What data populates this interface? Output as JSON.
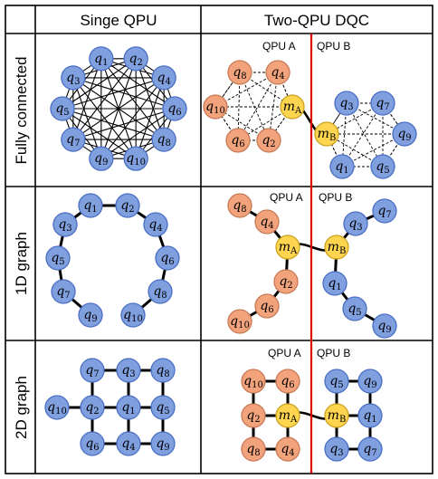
{
  "headers": {
    "col_single": "Singe QPU",
    "col_two": "Two-QPU DQC"
  },
  "rows": {
    "fully": "Fully connected",
    "oned": "1D graph",
    "twod": "2D graph"
  },
  "qpu_labels": {
    "a": "QPU A",
    "b": "QPU B"
  },
  "colors": {
    "blue_fill": "#7f9fdf",
    "blue_stroke": "#4a6fc4",
    "orange_fill": "#f2a37c",
    "orange_stroke": "#c77a55",
    "yellow_fill": "#ffd54f",
    "yellow_stroke": "#caa21f",
    "divider": "#e00000"
  },
  "qubit_symbol": "q",
  "mediator_symbol": "m",
  "panels": {
    "fc_single": {
      "nodes": [
        {
          "t": "q",
          "s": "1",
          "c": "blue"
        },
        {
          "t": "q",
          "s": "2",
          "c": "blue"
        },
        {
          "t": "q",
          "s": "4",
          "c": "blue"
        },
        {
          "t": "q",
          "s": "6",
          "c": "blue"
        },
        {
          "t": "q",
          "s": "8",
          "c": "blue"
        },
        {
          "t": "q",
          "s": "10",
          "c": "blue"
        },
        {
          "t": "q",
          "s": "9",
          "c": "blue"
        },
        {
          "t": "q",
          "s": "7",
          "c": "blue"
        },
        {
          "t": "q",
          "s": "5",
          "c": "blue"
        },
        {
          "t": "q",
          "s": "3",
          "c": "blue"
        }
      ]
    },
    "fc_two": {
      "nodes": [
        {
          "t": "q",
          "s": "8",
          "c": "orange"
        },
        {
          "t": "q",
          "s": "4",
          "c": "orange"
        },
        {
          "t": "m",
          "s": "A",
          "c": "yellow"
        },
        {
          "t": "q",
          "s": "2",
          "c": "orange"
        },
        {
          "t": "q",
          "s": "6",
          "c": "orange"
        },
        {
          "t": "q",
          "s": "10",
          "c": "orange"
        },
        {
          "t": "q",
          "s": "3",
          "c": "blue"
        },
        {
          "t": "q",
          "s": "7",
          "c": "blue"
        },
        {
          "t": "q",
          "s": "9",
          "c": "blue"
        },
        {
          "t": "q",
          "s": "5",
          "c": "blue"
        },
        {
          "t": "q",
          "s": "1",
          "c": "blue"
        },
        {
          "t": "m",
          "s": "B",
          "c": "yellow"
        }
      ]
    },
    "oned_single": {
      "nodes": [
        {
          "t": "q",
          "s": "9",
          "c": "blue"
        },
        {
          "t": "q",
          "s": "7",
          "c": "blue"
        },
        {
          "t": "q",
          "s": "5",
          "c": "blue"
        },
        {
          "t": "q",
          "s": "3",
          "c": "blue"
        },
        {
          "t": "q",
          "s": "1",
          "c": "blue"
        },
        {
          "t": "q",
          "s": "2",
          "c": "blue"
        },
        {
          "t": "q",
          "s": "4",
          "c": "blue"
        },
        {
          "t": "q",
          "s": "6",
          "c": "blue"
        },
        {
          "t": "q",
          "s": "8",
          "c": "blue"
        },
        {
          "t": "q",
          "s": "10",
          "c": "blue"
        }
      ]
    },
    "oned_two": {
      "nodes": [
        {
          "t": "q",
          "s": "8",
          "c": "orange"
        },
        {
          "t": "q",
          "s": "4",
          "c": "orange"
        },
        {
          "t": "m",
          "s": "A",
          "c": "yellow"
        },
        {
          "t": "q",
          "s": "2",
          "c": "orange"
        },
        {
          "t": "q",
          "s": "6",
          "c": "orange"
        },
        {
          "t": "q",
          "s": "10",
          "c": "orange"
        },
        {
          "t": "q",
          "s": "7",
          "c": "blue"
        },
        {
          "t": "q",
          "s": "3",
          "c": "blue"
        },
        {
          "t": "m",
          "s": "B",
          "c": "yellow"
        },
        {
          "t": "q",
          "s": "1",
          "c": "blue"
        },
        {
          "t": "q",
          "s": "5",
          "c": "blue"
        },
        {
          "t": "q",
          "s": "9",
          "c": "blue"
        }
      ]
    },
    "twod_single": {
      "nodes": [
        {
          "t": "q",
          "s": "7",
          "c": "blue"
        },
        {
          "t": "q",
          "s": "3",
          "c": "blue"
        },
        {
          "t": "q",
          "s": "8",
          "c": "blue"
        },
        {
          "t": "q",
          "s": "2",
          "c": "blue"
        },
        {
          "t": "q",
          "s": "1",
          "c": "blue"
        },
        {
          "t": "q",
          "s": "5",
          "c": "blue"
        },
        {
          "t": "q",
          "s": "6",
          "c": "blue"
        },
        {
          "t": "q",
          "s": "4",
          "c": "blue"
        },
        {
          "t": "q",
          "s": "9",
          "c": "blue"
        },
        {
          "t": "q",
          "s": "10",
          "c": "blue"
        }
      ]
    },
    "twod_two": {
      "nodes": [
        {
          "t": "q",
          "s": "10",
          "c": "orange"
        },
        {
          "t": "q",
          "s": "6",
          "c": "orange"
        },
        {
          "t": "q",
          "s": "2",
          "c": "orange"
        },
        {
          "t": "m",
          "s": "A",
          "c": "yellow"
        },
        {
          "t": "q",
          "s": "8",
          "c": "orange"
        },
        {
          "t": "q",
          "s": "4",
          "c": "orange"
        },
        {
          "t": "q",
          "s": "5",
          "c": "blue"
        },
        {
          "t": "q",
          "s": "9",
          "c": "blue"
        },
        {
          "t": "m",
          "s": "B",
          "c": "yellow"
        },
        {
          "t": "q",
          "s": "1",
          "c": "blue"
        },
        {
          "t": "q",
          "s": "3",
          "c": "blue"
        },
        {
          "t": "q",
          "s": "7",
          "c": "blue"
        }
      ]
    }
  }
}
